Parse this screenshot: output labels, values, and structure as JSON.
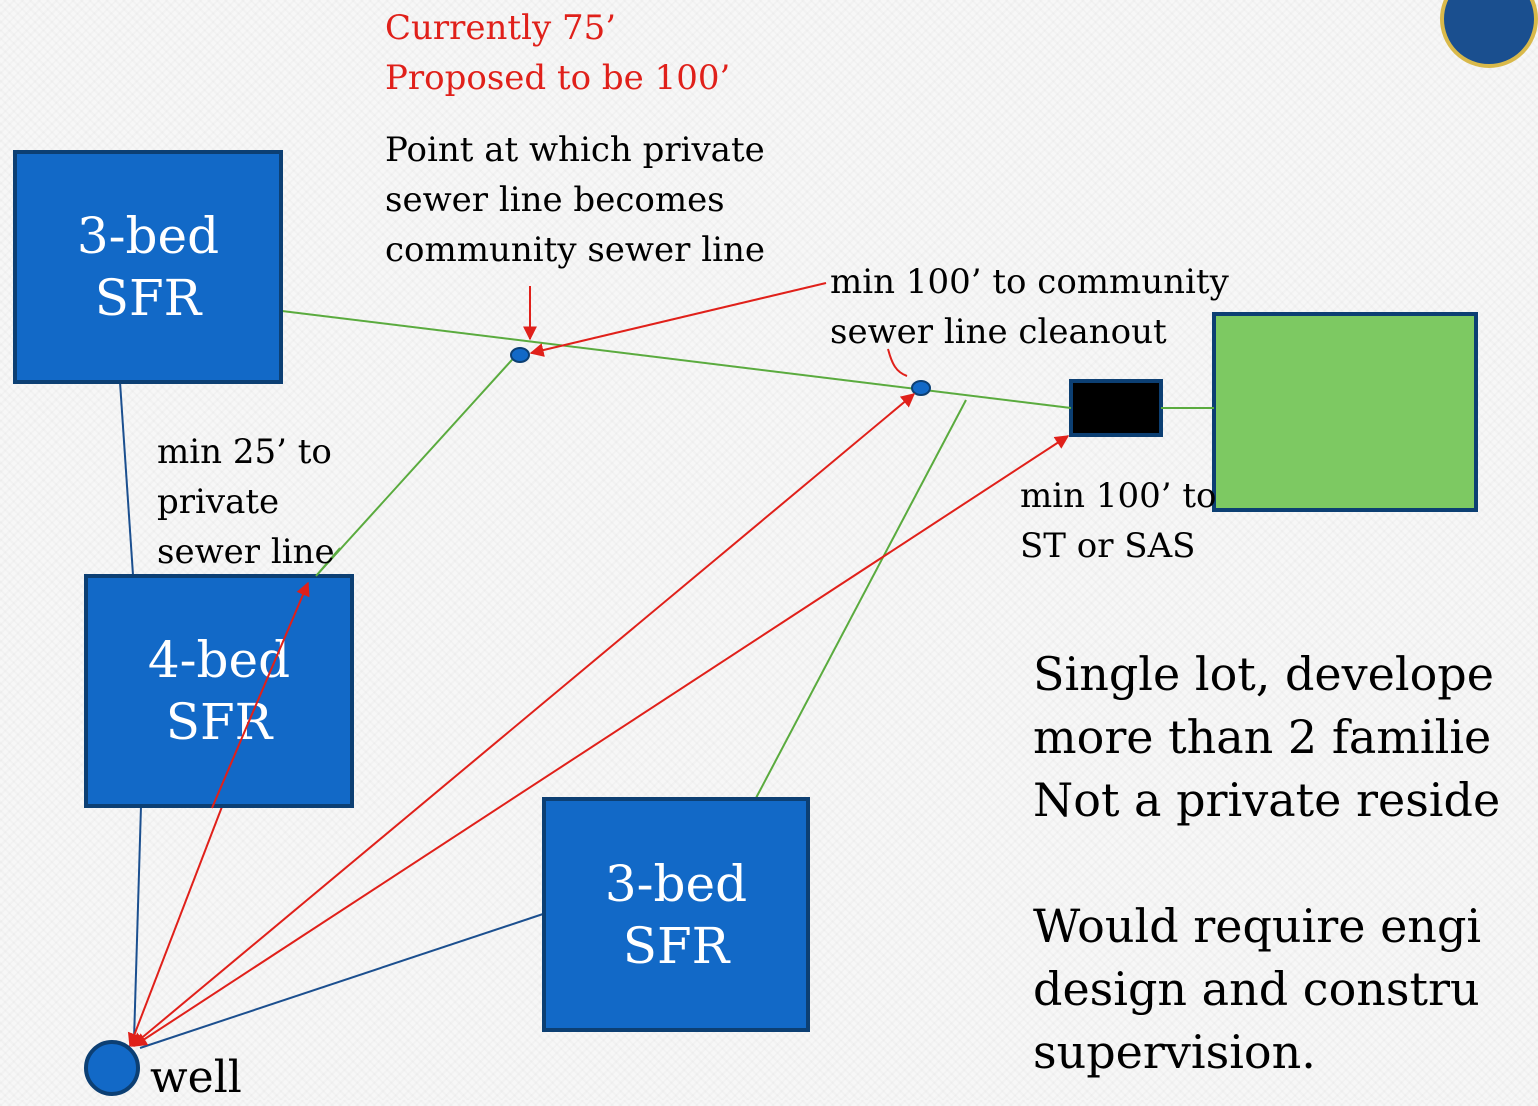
{
  "regulation_note": {
    "current": "Currently 75’",
    "proposed": "Proposed to be 100’"
  },
  "labels": {
    "transition_point": [
      "Point at which private",
      "sewer line becomes",
      "community sewer line"
    ],
    "cleanout_distance": [
      "min 100’ to community",
      "sewer line cleanout"
    ],
    "private_sewer_distance": [
      "min 25’ to",
      "private",
      "sewer line"
    ],
    "septic_distance": [
      "min 100’ to",
      "ST or SAS"
    ],
    "well": "well"
  },
  "houses": [
    {
      "line1": "3-bed",
      "line2": "SFR"
    },
    {
      "line1": "4-bed",
      "line2": "SFR"
    },
    {
      "line1": "3-bed",
      "line2": "SFR"
    }
  ],
  "body_text": {
    "para1": [
      "Single lot, develope",
      "more than 2 familie",
      "Not a private reside"
    ],
    "para2": [
      "Would require engi",
      "design and constru",
      "supervision."
    ]
  },
  "colors": {
    "house_fill": "#1269c7",
    "sewer_line": "#5aab3e",
    "water_line": "#1b4f8f",
    "distance_arrow": "#e0201a",
    "septic_field": "#7dc962",
    "septic_tank": "#000000"
  }
}
